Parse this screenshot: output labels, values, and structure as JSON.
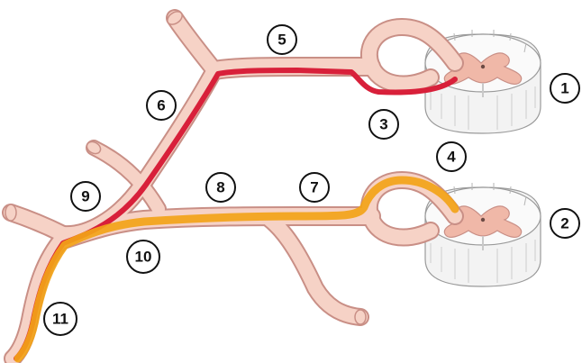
{
  "colors": {
    "nerve": "#f6d2c6",
    "nerve_outline": "#c98f86",
    "red_pathway": "#d8203a",
    "orange_pathway": "#f2a318",
    "gray_matter": "#f0b8a8",
    "white_matter": "#f1f1f1"
  },
  "labels": [
    {
      "id": "1",
      "text": "1"
    },
    {
      "id": "2",
      "text": "2"
    },
    {
      "id": "3",
      "text": "3"
    },
    {
      "id": "4",
      "text": "4"
    },
    {
      "id": "5",
      "text": "5"
    },
    {
      "id": "6",
      "text": "6"
    },
    {
      "id": "7",
      "text": "7"
    },
    {
      "id": "8",
      "text": "8"
    },
    {
      "id": "9",
      "text": "9"
    },
    {
      "id": "10",
      "text": "10"
    },
    {
      "id": "11",
      "text": "11"
    }
  ]
}
